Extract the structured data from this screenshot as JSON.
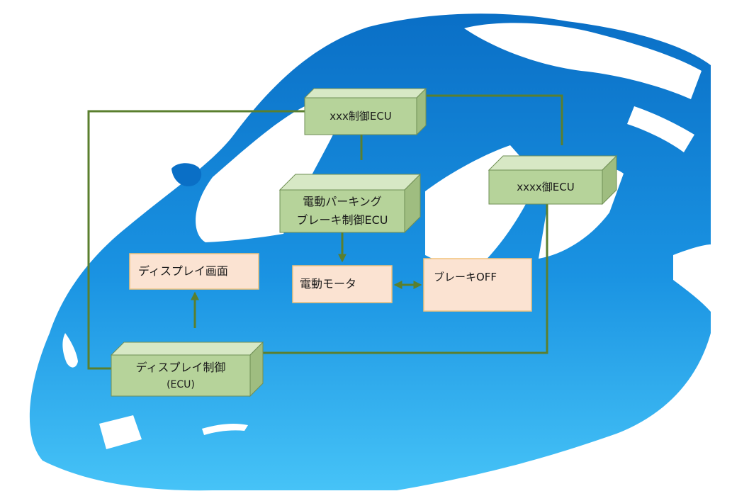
{
  "colors": {
    "car_top": "#0a6fc6",
    "car_mid": "#1a93e2",
    "car_bottom": "#46c3f7",
    "ecu_front": "#b6d39a",
    "ecu_top": "#d7e8c5",
    "ecu_side": "#9fbd80",
    "ecu_edge": "#6f8f55",
    "io_fill": "#fbe3d2",
    "io_edge": "#f2c27a",
    "line": "#5a7f2e"
  },
  "nodes": {
    "xxx_ecu": {
      "label": "xxx制御ECU",
      "type": "ecu"
    },
    "xxxx_ecu": {
      "label": "xxxx御ECU",
      "type": "ecu"
    },
    "epb_ecu": {
      "line1": "電動パーキング",
      "line2": "ブレーキ制御ECU",
      "type": "ecu"
    },
    "display_ecu": {
      "line1": "ディスプレイ制御",
      "line2": "(ECU)",
      "type": "ecu"
    },
    "display_screen": {
      "label": "ディスプレイ画面",
      "type": "io"
    },
    "electric_motor": {
      "label": "電動モータ",
      "type": "io"
    },
    "brake_off": {
      "label": "ブレーキOFF",
      "type": "io"
    }
  },
  "connections": [
    {
      "from": "xxx_ecu",
      "to": "epb_ecu",
      "arrow": "none"
    },
    {
      "from": "epb_ecu",
      "to": "electric_motor",
      "arrow": "end"
    },
    {
      "from": "electric_motor",
      "to": "brake_off",
      "arrow": "both"
    },
    {
      "from": "display_ecu",
      "to": "display_screen",
      "arrow": "end"
    },
    {
      "from": "xxx_ecu",
      "to": "xxxx_ecu",
      "arrow": "none"
    },
    {
      "from": "xxx_ecu",
      "to": "display_ecu",
      "arrow": "none"
    },
    {
      "from": "xxxx_ecu",
      "to": "display_ecu",
      "arrow": "none"
    }
  ]
}
